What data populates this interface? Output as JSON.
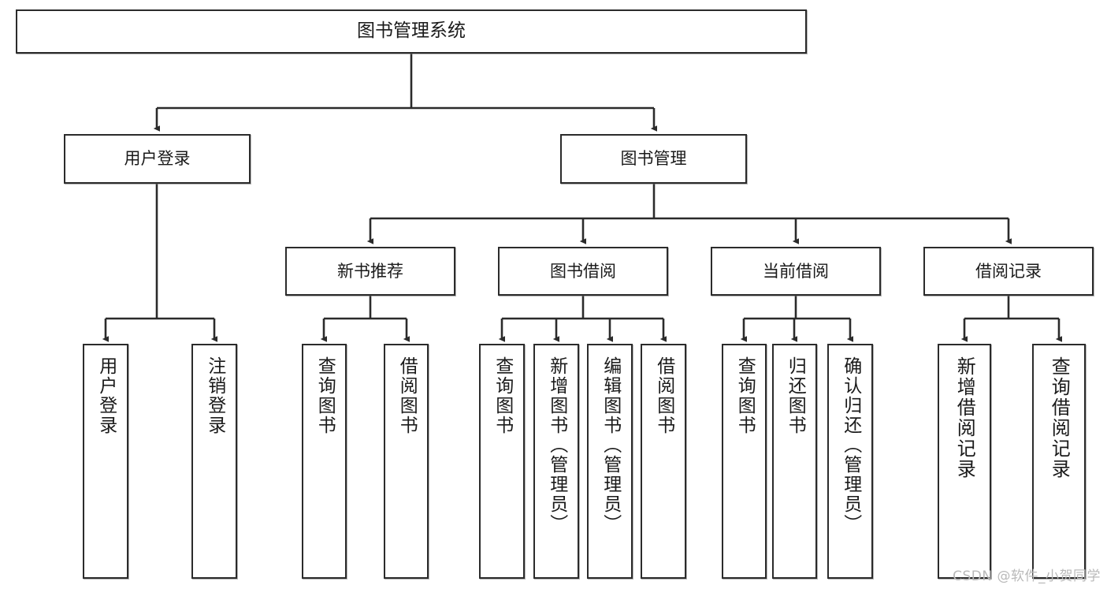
{
  "diagram": {
    "title": "图书管理系统",
    "type": "hierarchy-tree",
    "watermark": "CSDN @软件_小贺同学",
    "colors": {
      "box_border": "#2b2b2b",
      "box_fill": "#ffffff",
      "connector": "#2b2b2b",
      "text": "#1a1a1a",
      "watermark": "#b9b9b9"
    },
    "root": {
      "label": "图书管理系统"
    },
    "level1": [
      {
        "label": "用户登录"
      },
      {
        "label": "图书管理"
      }
    ],
    "level2": [
      {
        "label": "新书推荐"
      },
      {
        "label": "图书借阅"
      },
      {
        "label": "当前借阅"
      },
      {
        "label": "借阅记录"
      }
    ],
    "leaves": {
      "user_login": [
        {
          "label": "用户登录"
        },
        {
          "label": "注销登录"
        }
      ],
      "new_book_recommend": [
        {
          "label": "查询图书"
        },
        {
          "label": "借阅图书"
        }
      ],
      "book_borrow": [
        {
          "label": "查询图书"
        },
        {
          "label": "新增图书（管理员）"
        },
        {
          "label": "编辑图书（管理员）"
        },
        {
          "label": "借阅图书"
        }
      ],
      "current_borrow": [
        {
          "label": "查询图书"
        },
        {
          "label": "归还图书"
        },
        {
          "label": "确认归还（管理员）"
        }
      ],
      "borrow_record": [
        {
          "label": "新增借阅记录"
        },
        {
          "label": "查询借阅记录"
        }
      ]
    }
  }
}
